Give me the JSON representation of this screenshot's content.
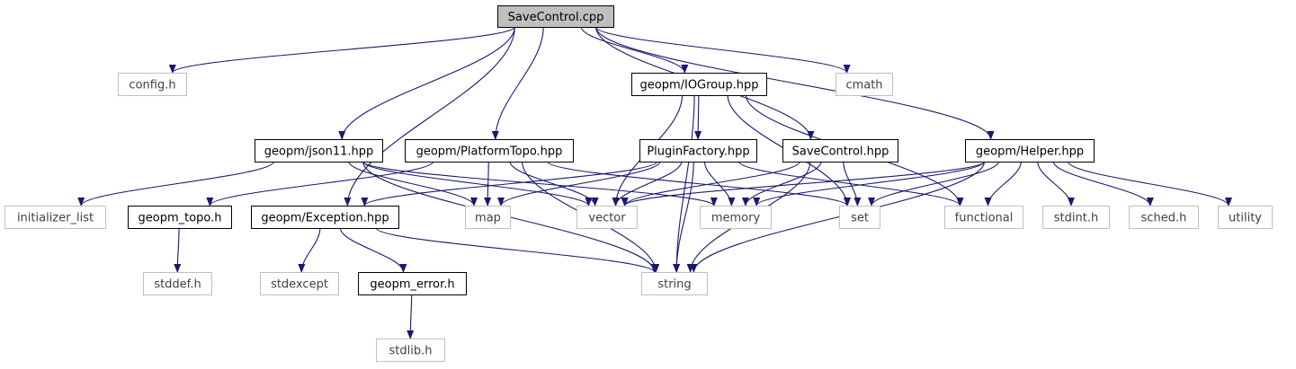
{
  "nodes": [
    {
      "id": "savecontrol_cpp",
      "label": "SaveControl.cpp",
      "kind": "root"
    },
    {
      "id": "config_h",
      "label": "config.h",
      "kind": "external"
    },
    {
      "id": "iogroup_hpp",
      "label": "geopm/IOGroup.hpp",
      "kind": "project"
    },
    {
      "id": "cmath",
      "label": "cmath",
      "kind": "external"
    },
    {
      "id": "json11_hpp",
      "label": "geopm/json11.hpp",
      "kind": "project"
    },
    {
      "id": "platformtopo_hpp",
      "label": "geopm/PlatformTopo.hpp",
      "kind": "project"
    },
    {
      "id": "pluginfactory_hpp",
      "label": "PluginFactory.hpp",
      "kind": "project"
    },
    {
      "id": "savecontrol_hpp",
      "label": "SaveControl.hpp",
      "kind": "project"
    },
    {
      "id": "helper_hpp",
      "label": "geopm/Helper.hpp",
      "kind": "project"
    },
    {
      "id": "initializer_list",
      "label": "initializer_list",
      "kind": "external"
    },
    {
      "id": "geopm_topo_h",
      "label": "geopm_topo.h",
      "kind": "project"
    },
    {
      "id": "exception_hpp",
      "label": "geopm/Exception.hpp",
      "kind": "project"
    },
    {
      "id": "map",
      "label": "map",
      "kind": "external"
    },
    {
      "id": "vector",
      "label": "vector",
      "kind": "external"
    },
    {
      "id": "memory",
      "label": "memory",
      "kind": "external"
    },
    {
      "id": "set",
      "label": "set",
      "kind": "external"
    },
    {
      "id": "functional",
      "label": "functional",
      "kind": "external"
    },
    {
      "id": "stdint_h",
      "label": "stdint.h",
      "kind": "external"
    },
    {
      "id": "sched_h",
      "label": "sched.h",
      "kind": "external"
    },
    {
      "id": "utility",
      "label": "utility",
      "kind": "external"
    },
    {
      "id": "stddef_h",
      "label": "stddef.h",
      "kind": "external"
    },
    {
      "id": "stdexcept",
      "label": "stdexcept",
      "kind": "external"
    },
    {
      "id": "geopm_error_h",
      "label": "geopm_error.h",
      "kind": "project"
    },
    {
      "id": "string",
      "label": "string",
      "kind": "external"
    },
    {
      "id": "stdlib_h",
      "label": "stdlib.h",
      "kind": "external"
    }
  ],
  "edges": [
    [
      "savecontrol_cpp",
      "config_h"
    ],
    [
      "savecontrol_cpp",
      "iogroup_hpp"
    ],
    [
      "savecontrol_cpp",
      "cmath"
    ],
    [
      "savecontrol_cpp",
      "json11_hpp"
    ],
    [
      "savecontrol_cpp",
      "platformtopo_hpp"
    ],
    [
      "savecontrol_cpp",
      "savecontrol_hpp"
    ],
    [
      "savecontrol_cpp",
      "helper_hpp"
    ],
    [
      "savecontrol_cpp",
      "exception_hpp"
    ],
    [
      "iogroup_hpp",
      "pluginfactory_hpp"
    ],
    [
      "iogroup_hpp",
      "vector"
    ],
    [
      "iogroup_hpp",
      "set"
    ],
    [
      "iogroup_hpp",
      "string"
    ],
    [
      "iogroup_hpp",
      "functional"
    ],
    [
      "json11_hpp",
      "initializer_list"
    ],
    [
      "json11_hpp",
      "map"
    ],
    [
      "json11_hpp",
      "vector"
    ],
    [
      "json11_hpp",
      "memory"
    ],
    [
      "json11_hpp",
      "string"
    ],
    [
      "platformtopo_hpp",
      "geopm_topo_h"
    ],
    [
      "platformtopo_hpp",
      "map"
    ],
    [
      "platformtopo_hpp",
      "vector"
    ],
    [
      "platformtopo_hpp",
      "set"
    ],
    [
      "platformtopo_hpp",
      "string"
    ],
    [
      "pluginfactory_hpp",
      "exception_hpp"
    ],
    [
      "pluginfactory_hpp",
      "map"
    ],
    [
      "pluginfactory_hpp",
      "vector"
    ],
    [
      "pluginfactory_hpp",
      "memory"
    ],
    [
      "pluginfactory_hpp",
      "string"
    ],
    [
      "pluginfactory_hpp",
      "functional"
    ],
    [
      "savecontrol_hpp",
      "vector"
    ],
    [
      "savecontrol_hpp",
      "memory"
    ],
    [
      "savecontrol_hpp",
      "set"
    ],
    [
      "savecontrol_hpp",
      "string"
    ],
    [
      "helper_hpp",
      "vector"
    ],
    [
      "helper_hpp",
      "memory"
    ],
    [
      "helper_hpp",
      "set"
    ],
    [
      "helper_hpp",
      "functional"
    ],
    [
      "helper_hpp",
      "stdint_h"
    ],
    [
      "helper_hpp",
      "sched_h"
    ],
    [
      "helper_hpp",
      "utility"
    ],
    [
      "helper_hpp",
      "string"
    ],
    [
      "geopm_topo_h",
      "stddef_h"
    ],
    [
      "exception_hpp",
      "stdexcept"
    ],
    [
      "exception_hpp",
      "geopm_error_h"
    ],
    [
      "exception_hpp",
      "string"
    ],
    [
      "geopm_error_h",
      "stdlib_h"
    ]
  ],
  "colors": {
    "edge": "#191970",
    "project_border": "#000000",
    "external_border": "#bfbfbf",
    "external_text": "#404040",
    "root_fill": "#bfbfbf",
    "text": "#000000"
  }
}
